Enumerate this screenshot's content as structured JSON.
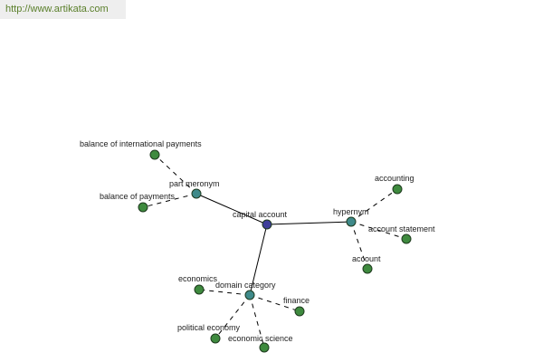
{
  "site": {
    "url": "http://www.artikata.com",
    "url_color": "#5a7f2a"
  },
  "colors": {
    "center_node": "#3f3f9a",
    "relation_node": "#3f8a8a",
    "term_node": "#3e8a3e",
    "node_stroke": "#1e3a1e",
    "label": "#222222"
  },
  "graph": {
    "nodes": {
      "center": {
        "label": "capital account",
        "kind": "center"
      },
      "part_meronym": {
        "label": "part meronym",
        "kind": "relation"
      },
      "hypernym": {
        "label": "hypernym",
        "kind": "relation"
      },
      "domain_category": {
        "label": "domain category",
        "kind": "relation"
      },
      "balance_intl": {
        "label": "balance of international payments",
        "kind": "term"
      },
      "balance_pay": {
        "label": "balance of payments",
        "kind": "term"
      },
      "accounting": {
        "label": "accounting",
        "kind": "term"
      },
      "account_statement": {
        "label": "account statement",
        "kind": "term"
      },
      "account": {
        "label": "account",
        "kind": "term"
      },
      "economics": {
        "label": "economics",
        "kind": "term"
      },
      "finance": {
        "label": "finance",
        "kind": "term"
      },
      "political_economy": {
        "label": "political economy",
        "kind": "term"
      },
      "economic_science": {
        "label": "economic science",
        "kind": "term"
      }
    },
    "edges": [
      {
        "from": "center",
        "to": "part_meronym",
        "style": "solid"
      },
      {
        "from": "center",
        "to": "hypernym",
        "style": "solid"
      },
      {
        "from": "center",
        "to": "domain_category",
        "style": "solid"
      },
      {
        "from": "part_meronym",
        "to": "balance_intl",
        "style": "dashed"
      },
      {
        "from": "part_meronym",
        "to": "balance_pay",
        "style": "dashed"
      },
      {
        "from": "hypernym",
        "to": "accounting",
        "style": "dashed"
      },
      {
        "from": "hypernym",
        "to": "account_statement",
        "style": "dashed"
      },
      {
        "from": "hypernym",
        "to": "account",
        "style": "dashed"
      },
      {
        "from": "domain_category",
        "to": "economics",
        "style": "dashed"
      },
      {
        "from": "domain_category",
        "to": "finance",
        "style": "dashed"
      },
      {
        "from": "domain_category",
        "to": "political_economy",
        "style": "dashed"
      },
      {
        "from": "domain_category",
        "to": "economic_science",
        "style": "dashed"
      }
    ]
  }
}
